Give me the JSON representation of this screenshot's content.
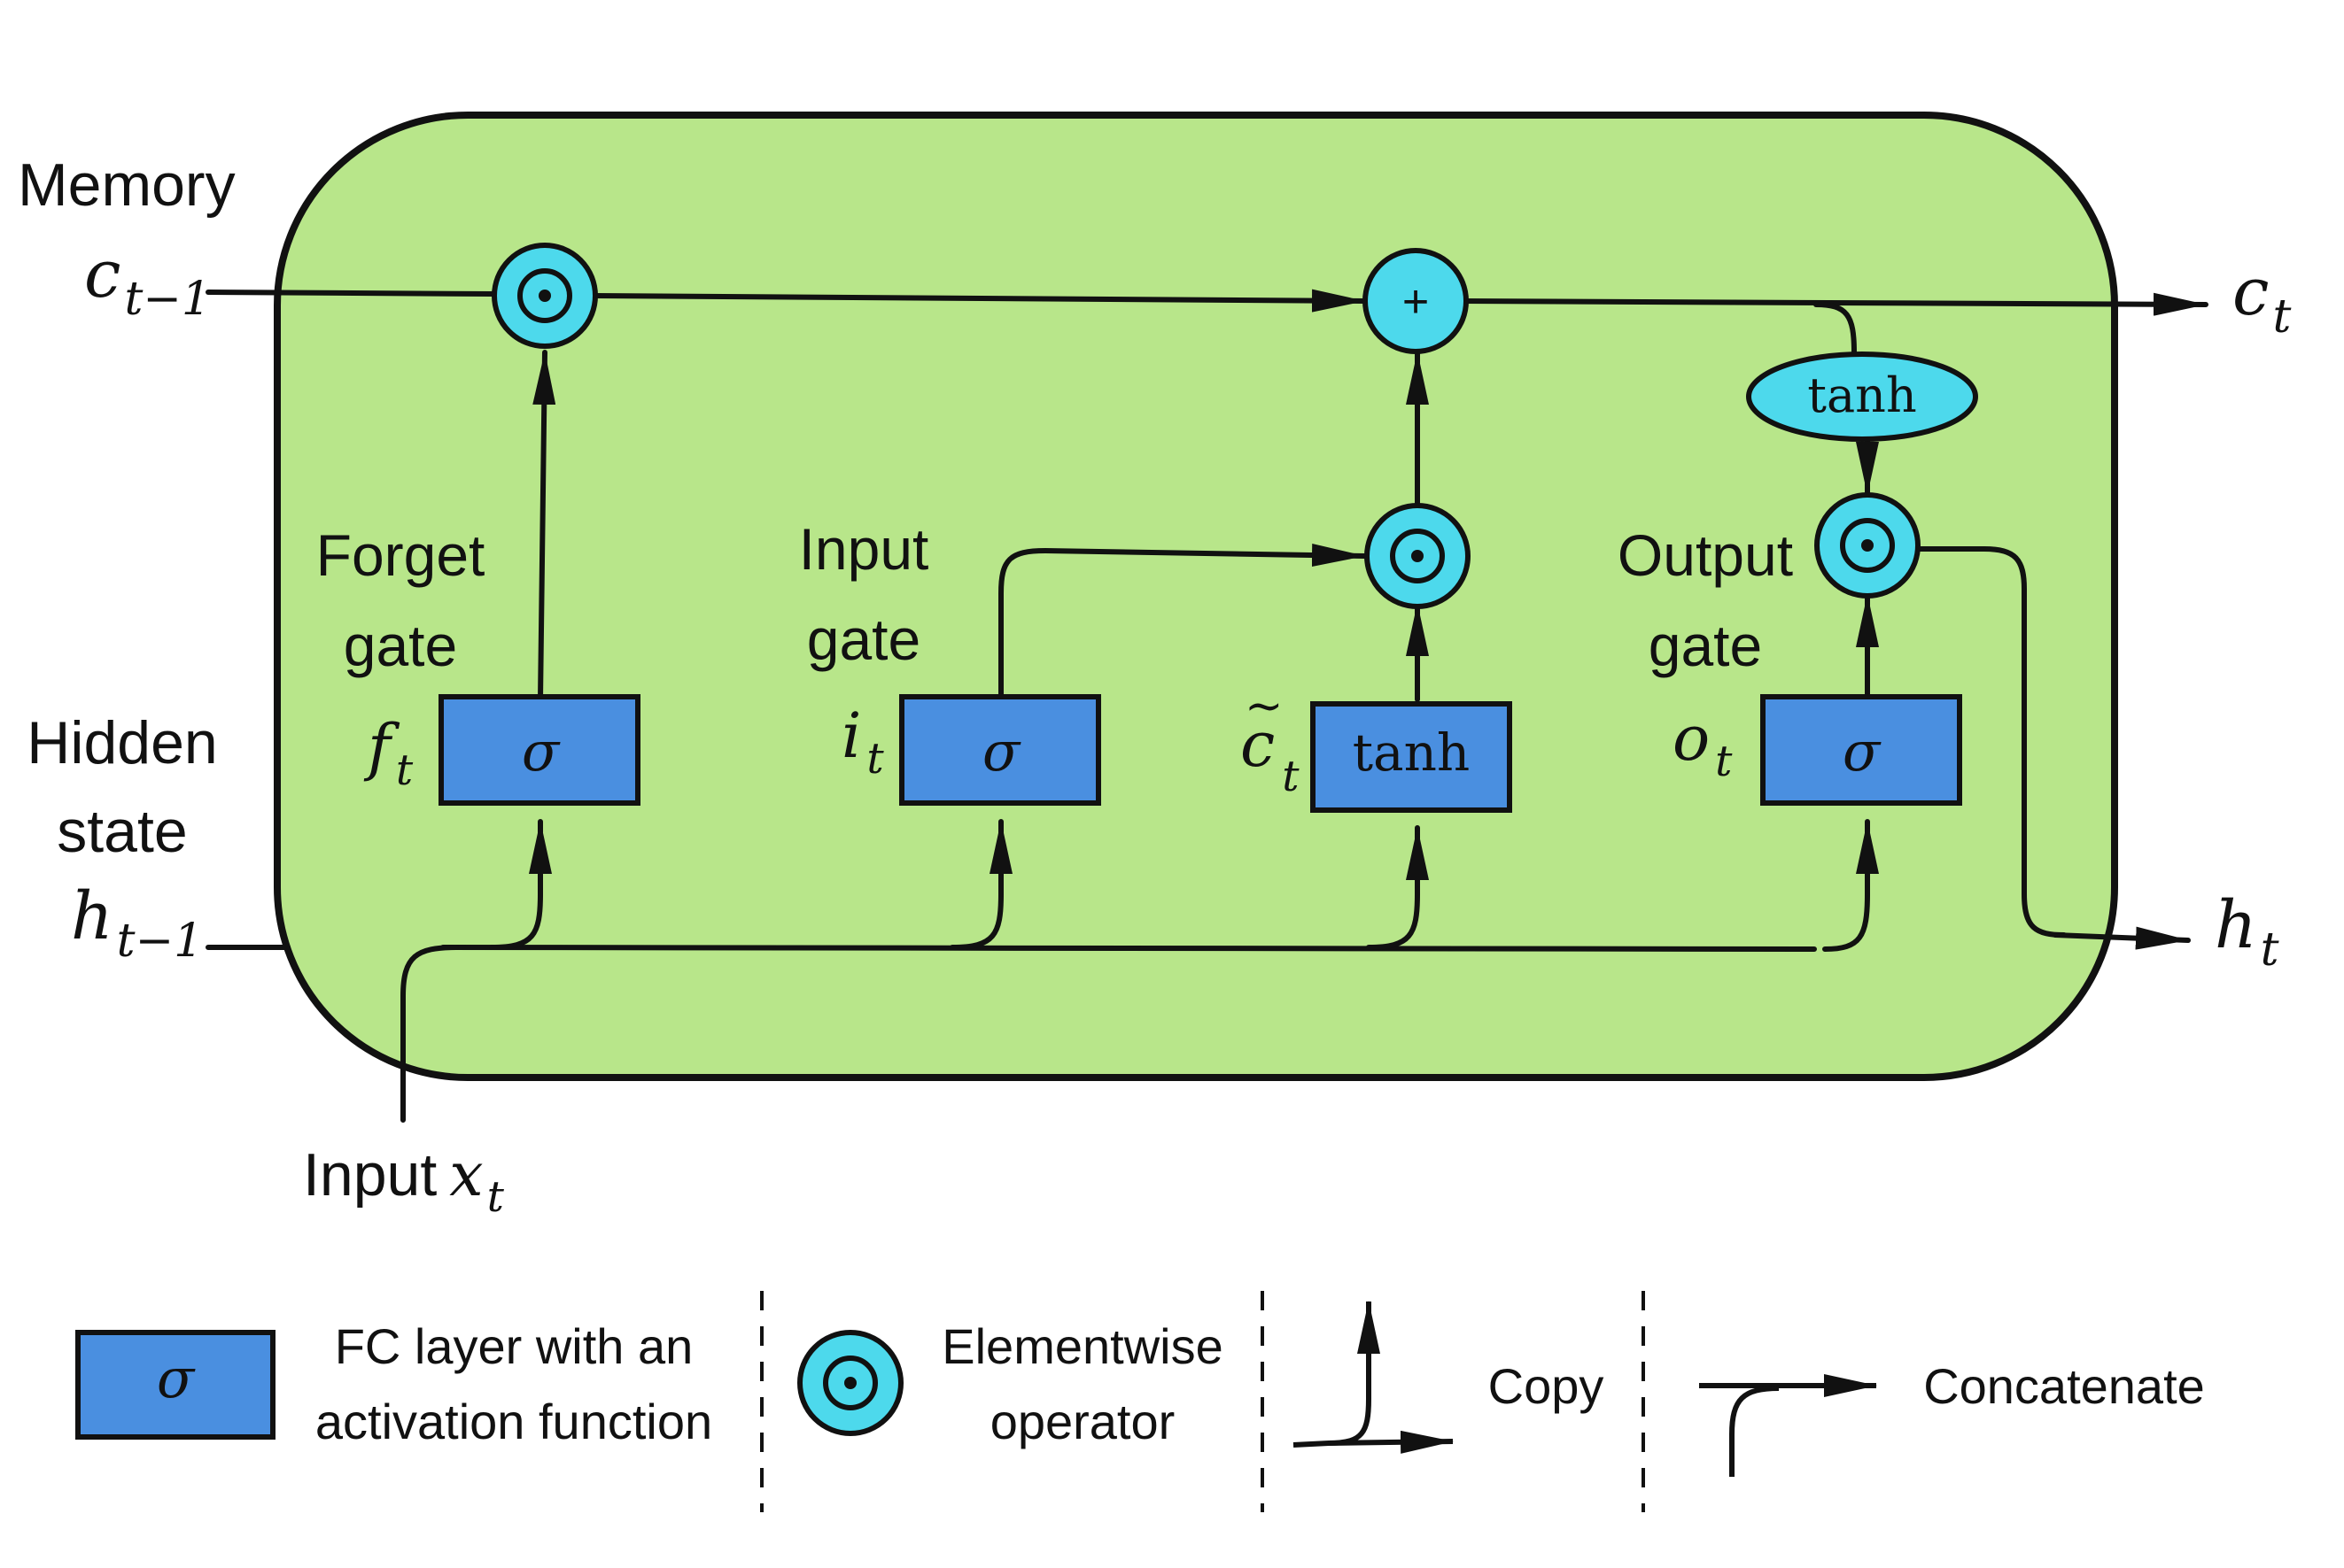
{
  "labels": {
    "memory": "Memory",
    "hidden_line1": "Hidden",
    "hidden_line2": "state",
    "input_prefix": "Input",
    "input_var": "x",
    "input_sub": "t",
    "c_prev_var": "c",
    "c_prev_sub": "t−1",
    "h_prev_var": "h",
    "h_prev_sub": "t−1",
    "c_out_var": "c",
    "c_out_sub": "t",
    "h_out_var": "h",
    "h_out_sub": "t"
  },
  "gates": {
    "forget": {
      "line1": "Forget",
      "line2": "gate",
      "var": "f",
      "sub": "t",
      "op": "σ"
    },
    "input": {
      "line1": "Input",
      "line2": "gate",
      "var": "i",
      "sub": "t",
      "op": "σ"
    },
    "candidate": {
      "var": "c",
      "tilde": "~",
      "sub": "t",
      "op": "tanh"
    },
    "output": {
      "line1": "Output",
      "line2": "gate",
      "var": "o",
      "sub": "t",
      "op": "σ"
    }
  },
  "operators": {
    "plus": "+",
    "tanh_ellipse": "tanh"
  },
  "legend": {
    "fc_symbol": "σ",
    "fc_line1": "FC layer with an",
    "fc_line2": "activation function",
    "elem_line1": "Elementwise",
    "elem_line2": "operator",
    "copy": "Copy",
    "concatenate": "Concatenate"
  },
  "colors": {
    "cell_fill": "#b8e68a",
    "layer_fill": "#4a8fe0",
    "operator_fill": "#4dd9ec",
    "stroke": "#111111"
  }
}
